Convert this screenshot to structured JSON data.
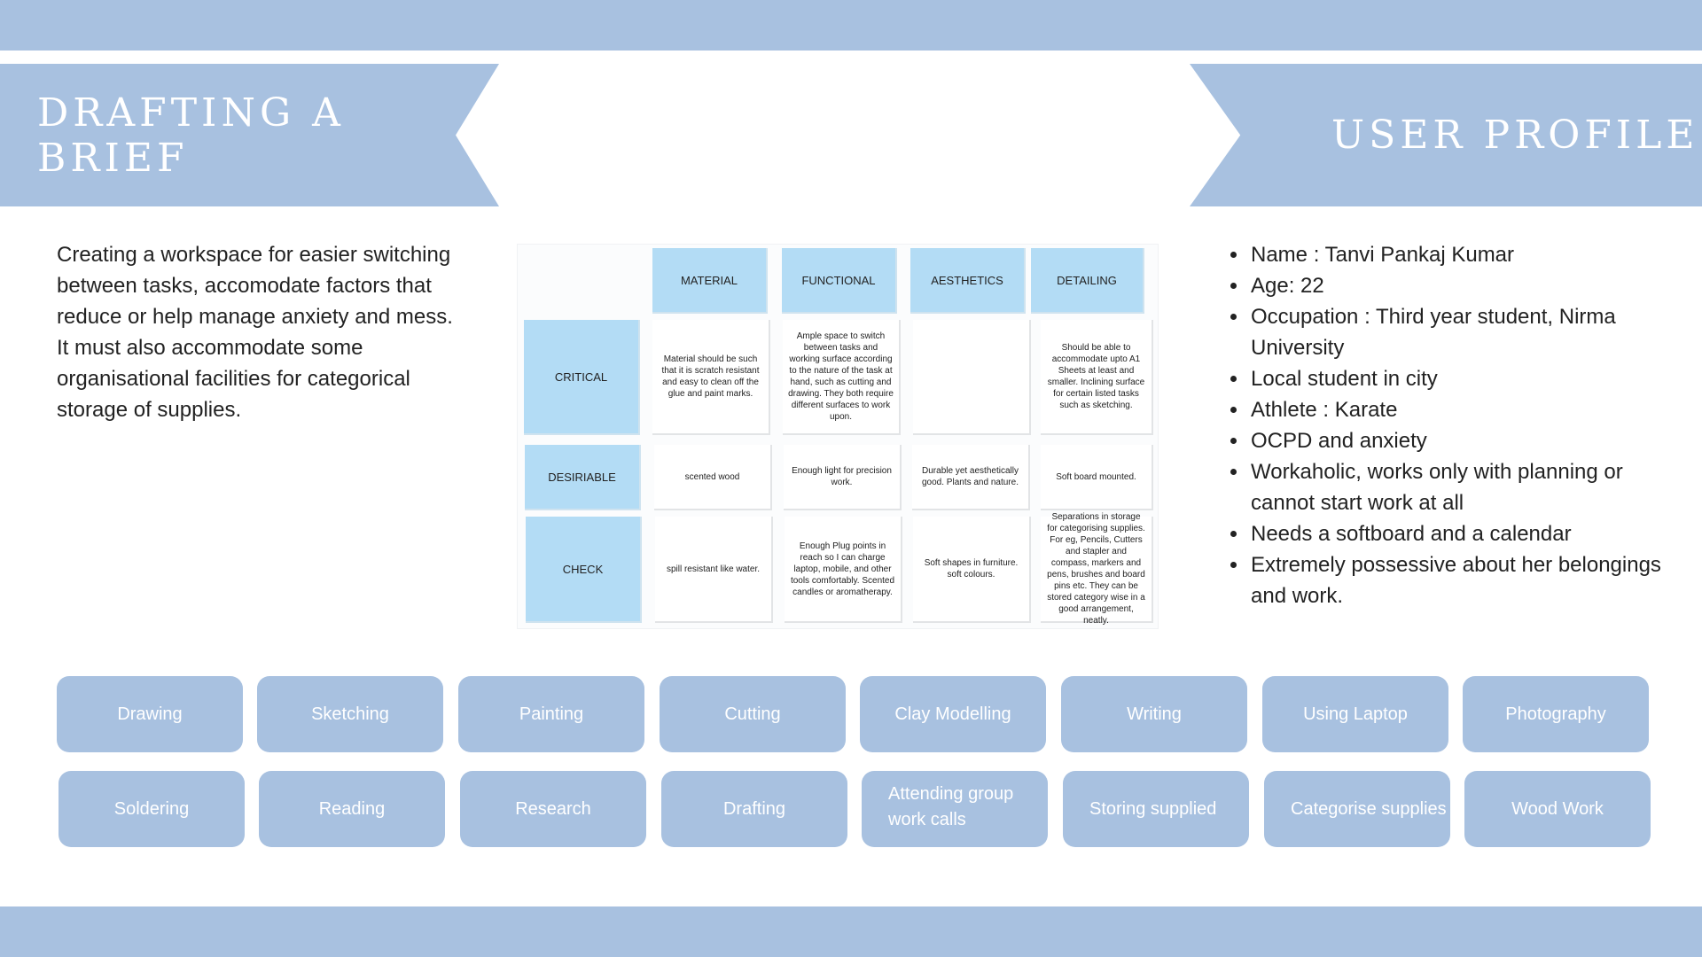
{
  "theme": {
    "accent": "#a8c1e0",
    "table_header": "#b3dcf5"
  },
  "left_banner": {
    "title": "DRAFTING A BRIEF"
  },
  "right_banner": {
    "title": "USER PROFILE"
  },
  "intro": {
    "text": "Creating a workspace for easier switching between tasks, accomodate factors that reduce or help manage anxiety and mess. It must also accommodate some organisational facilities for categorical storage of supplies."
  },
  "matrix": {
    "columns": [
      "MATERIAL",
      "FUNCTIONAL",
      "AESTHETICS",
      "DETAILING"
    ],
    "rows": [
      {
        "label": "CRITICAL",
        "cells": [
          "Material should be such that it is scratch resistant and easy to clean off the glue and paint marks.",
          "Ample space to switch between tasks and working surface according to the nature of the task at hand, such as cutting and drawing. They both require different surfaces to work upon.",
          "",
          "Should be able to accommodate upto A1 Sheets at least and smaller. Inclining surface for certain listed tasks such as sketching."
        ]
      },
      {
        "label": "DESIRIABLE",
        "cells": [
          "scented wood",
          "Enough light for precision work.",
          "Durable yet aesthetically good. Plants and nature.",
          "Soft board mounted."
        ]
      },
      {
        "label": "CHECK",
        "cells": [
          "spill resistant like water.",
          "Enough Plug points in reach so I can charge laptop, mobile, and other tools comfortably. Scented candles or aromatherapy.",
          "Soft shapes in furniture. soft colours.",
          "Separations in storage for categorising supplies. For eg, Pencils, Cutters and stapler and compass, markers and pens, brushes and board pins etc. They can be stored category wise in a good arrangement, neatly."
        ]
      }
    ]
  },
  "profile": {
    "items": [
      "Name : Tanvi Pankaj Kumar",
      "Age: 22",
      "Occupation : Third year student, Nirma University",
      "Local student in city",
      "Athlete : Karate",
      "OCPD and anxiety",
      "Workaholic, works only with planning or cannot start work at all",
      "Needs a softboard and a calendar",
      "Extremely possessive about her belongings and work."
    ]
  },
  "activities": {
    "row1": [
      "Drawing",
      "Sketching",
      "Painting",
      "Cutting",
      "Clay Modelling",
      "Writing",
      "Using Laptop",
      "Photography"
    ],
    "row2": [
      "Soldering",
      "Reading",
      "Research",
      "Drafting",
      "Attending group work calls",
      "Storing supplied",
      "Categorise supplies",
      "Wood Work"
    ]
  }
}
